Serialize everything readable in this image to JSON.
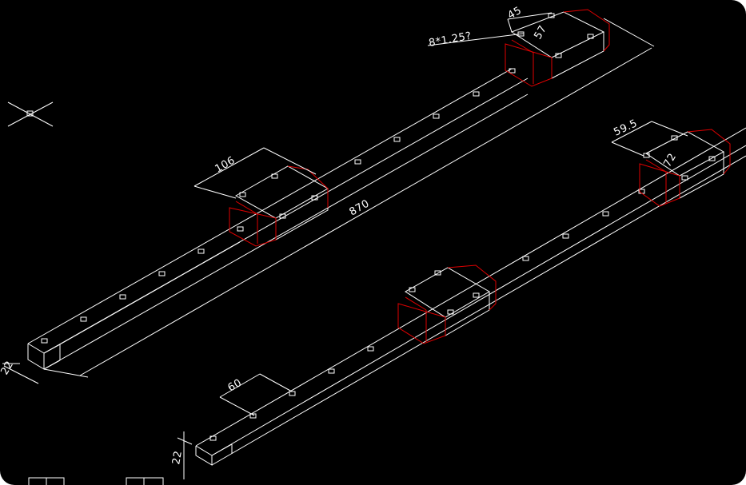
{
  "canvas": {
    "background": "#000000",
    "line_color": "#ffffff",
    "carriage_color": "#e00000"
  },
  "dimensions": {
    "upper_block_width": "45",
    "upper_block_depth": "57",
    "hole_callout": "8*1.25?",
    "upper_carriage_length": "106",
    "upper_rail_length": "870",
    "upper_rail_height": "22",
    "lower_block_width": "59.5",
    "lower_block_depth": "72",
    "lower_hole_pitch": "60",
    "lower_rail_height": "22"
  },
  "ucs_icon": "ucs-crosshair-icon",
  "bottom_tabs": [
    "model-tab-icon",
    "layout-tab-icon"
  ]
}
